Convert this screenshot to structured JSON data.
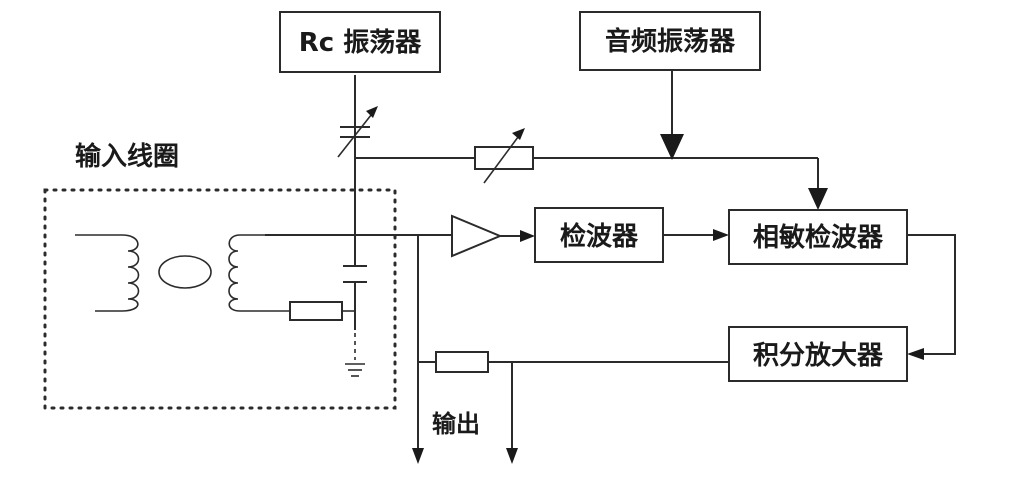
{
  "blocks": {
    "rc_oscillator": "Rc 振荡器",
    "audio_oscillator": "音频振荡器",
    "detector": "检波器",
    "phase_sensitive_detector": "相敏检波器",
    "integrating_amplifier": "积分放大器"
  },
  "labels": {
    "input_coil": "输入线圈",
    "output": "输出"
  }
}
